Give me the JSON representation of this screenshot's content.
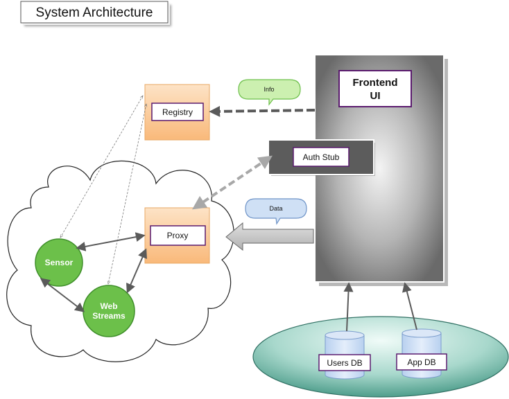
{
  "title": "System Architecture",
  "nodes": {
    "frontend": {
      "line1": "Frontend",
      "line2": "UI"
    },
    "registry": "Registry",
    "auth_stub": "Auth Stub",
    "proxy": "Proxy",
    "sensor": "Sensor",
    "web_streams": {
      "line1": "Web",
      "line2": "Streams"
    },
    "users_db": "Users DB",
    "app_db": "App DB"
  },
  "callouts": {
    "info": "Info",
    "data": "Data"
  },
  "colors": {
    "orange_fill": "#fcd3ad",
    "orange_border": "#e8a866",
    "purple_border": "#5a1a6e",
    "green_fill": "#6cc04a",
    "green_border": "#3f8f2a",
    "info_callout_fill": "#ccf0b0",
    "data_callout_fill": "#cfe0f5",
    "db_fill": "#cfe0f5",
    "teal_ellipse": "#5aa898"
  }
}
